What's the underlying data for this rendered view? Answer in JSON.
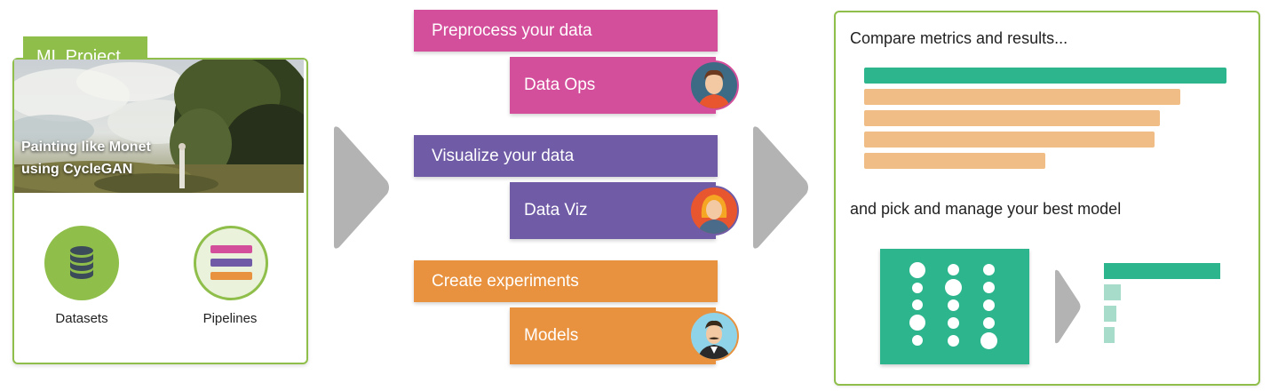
{
  "project": {
    "tab_label": "ML Project",
    "caption_line1": "Painting like Monet",
    "caption_line2": "using CycleGAN",
    "resources": [
      {
        "label": "Datasets",
        "icon": "database-icon"
      },
      {
        "label": "Pipelines",
        "icon": "pipeline-icon"
      }
    ]
  },
  "steps": [
    {
      "title": "Preprocess your data",
      "sub": "Data Ops",
      "color": "#d44f9b",
      "avatar": "user-avatar-icon"
    },
    {
      "title": "Visualize your data",
      "sub": "Data Viz",
      "color": "#6f5ba6",
      "avatar": "user-avatar-icon"
    },
    {
      "title": "Create experiments",
      "sub": "Models",
      "color": "#e8923f",
      "avatar": "user-avatar-icon"
    }
  ],
  "results": {
    "compare_text": "Compare metrics and results...",
    "pick_text": "and pick and manage your best model"
  },
  "colors": {
    "accent_green": "#8fbf4a",
    "teal": "#2db58e",
    "orange_bar": "#f0bd86",
    "chevron_gray": "#b3b3b3"
  }
}
